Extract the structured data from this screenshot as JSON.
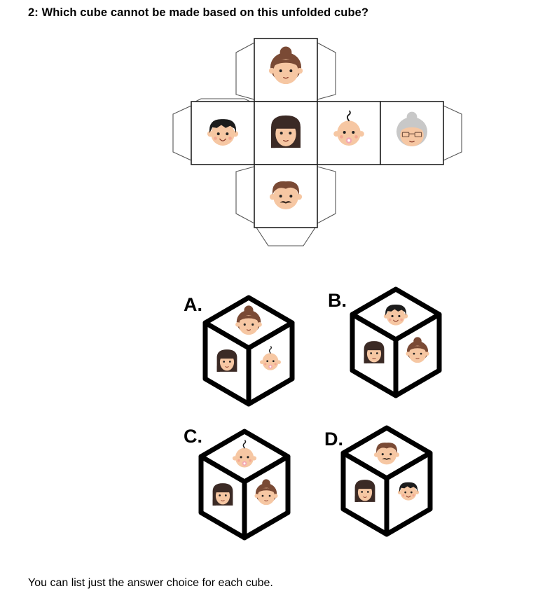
{
  "question": {
    "number": "2:",
    "text": "Which cube cannot be made based on this unfolded cube?"
  },
  "net": {
    "faces": [
      {
        "position": "top",
        "face": "girl-bun"
      },
      {
        "position": "left",
        "face": "boy"
      },
      {
        "position": "center",
        "face": "woman"
      },
      {
        "position": "right-1",
        "face": "baby"
      },
      {
        "position": "right-2",
        "face": "grandma"
      },
      {
        "position": "bottom",
        "face": "man-mustache"
      }
    ]
  },
  "options": [
    {
      "label": "A.",
      "top": "girl-bun",
      "left": "woman",
      "right": "baby"
    },
    {
      "label": "B.",
      "top": "boy",
      "left": "woman",
      "right": "girl-bun"
    },
    {
      "label": "C.",
      "top": "baby",
      "left": "woman",
      "right": "girl-bun"
    },
    {
      "label": "D.",
      "top": "man-mustache",
      "left": "woman",
      "right": "boy"
    }
  ],
  "footer": {
    "text": "You can list just the answer choice for each cube."
  },
  "colors": {
    "skin": "#f6c7a3",
    "brown_hair": "#7a4a35",
    "dark_hair": "#3b2a25",
    "black_hair": "#1c1c1c",
    "gray_hair": "#c8c8c8",
    "bow_red": "#d02020",
    "teal_bow": "#7fc5bf",
    "outline": "#000000"
  }
}
